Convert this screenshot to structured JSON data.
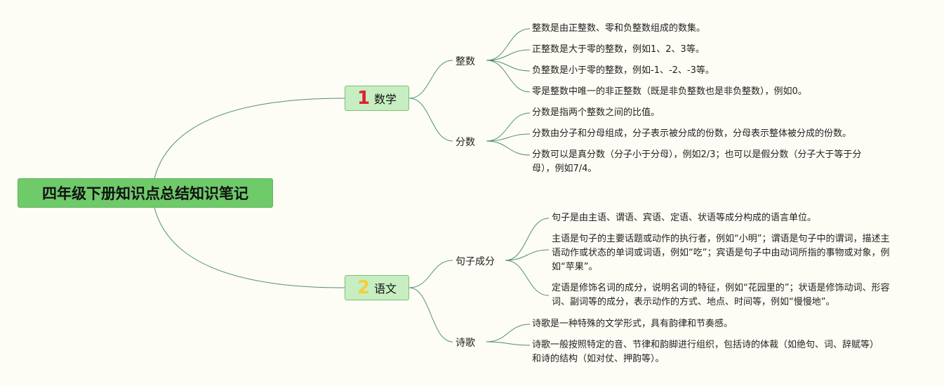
{
  "root": {
    "title": "四年级下册知识点总结知识笔记"
  },
  "colors": {
    "root_bg": "#6fca6a",
    "topic_bg": "#c6eec1",
    "line": "#4f8f78",
    "num1": "#e0202f",
    "num2": "#f2cf3a"
  },
  "topics": [
    {
      "number": "1",
      "label": "数学",
      "subs": [
        {
          "label": "整数",
          "leaves": [
            "整数是由正整数、零和负整数组成的数集。",
            "正整数是大于零的整数，例如1、2、3等。",
            "负整数是小于零的整数，例如-1、-2、-3等。",
            "零是整数中唯一的非正整数（既是非负整数也是非负整数），例如0。"
          ]
        },
        {
          "label": "分数",
          "leaves": [
            "分数是指两个整数之间的比值。",
            "分数由分子和分母组成，分子表示被分成的份数，分母表示整体被分成的份数。",
            "分数可以是真分数（分子小于分母），例如2/3；也可以是假分数（分子大于等于分母），例如7/4。"
          ]
        }
      ]
    },
    {
      "number": "2",
      "label": "语文",
      "subs": [
        {
          "label": "句子成分",
          "leaves": [
            "句子是由主语、谓语、宾语、定语、状语等成分构成的语言单位。",
            "主语是句子的主要话题或动作的执行者，例如“小明”；谓语是句子中的谓词，描述主语动作或状态的单词或词语，例如“吃”；宾语是句子中由动词所指的事物或对象，例如“苹果”。",
            "定语是修饰名词的成分，说明名词的特征，例如“花园里的”；状语是修饰动词、形容词、副词等的成分，表示动作的方式、地点、时间等，例如“慢慢地”。"
          ]
        },
        {
          "label": "诗歌",
          "leaves": [
            "诗歌是一种特殊的文学形式，具有韵律和节奏感。",
            "诗歌一般按照特定的音、节律和韵脚进行组织，包括诗的体裁（如绝句、词、辞赋等）和诗的结构（如对仗、押韵等）。"
          ]
        }
      ]
    }
  ]
}
